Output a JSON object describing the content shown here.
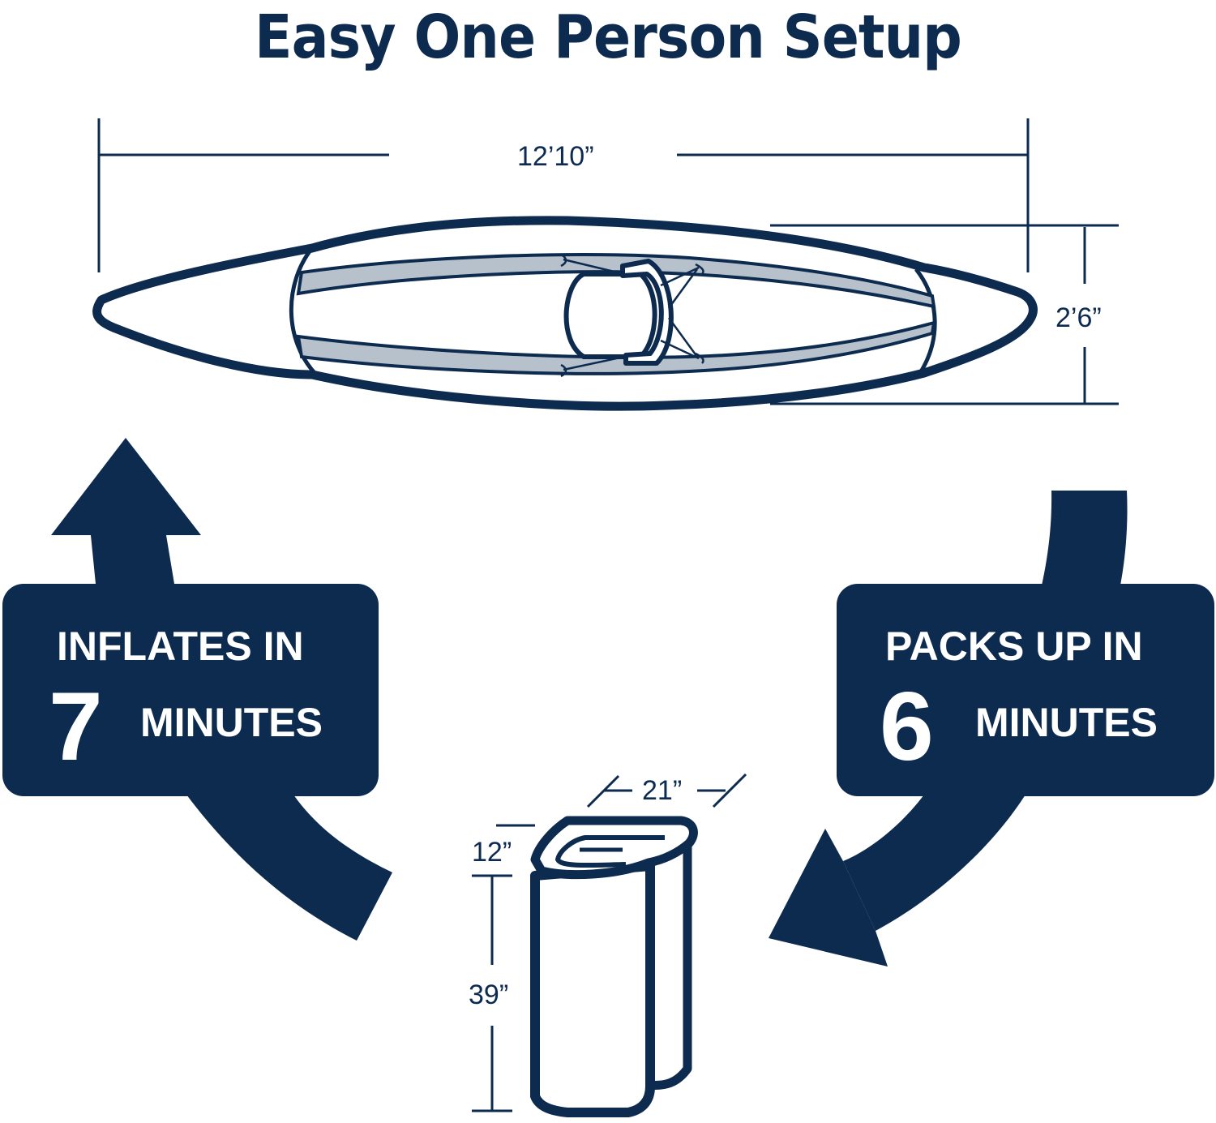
{
  "title": "Easy One Person Setup",
  "colors": {
    "navy": "#0d2a4f",
    "strap_gray": "#b7c1cc",
    "background": "#ffffff",
    "badge_text": "#ffffff"
  },
  "kayak": {
    "length_label": "12’10”",
    "width_label": "2’6”"
  },
  "inflate_badge": {
    "line1": "INFLATES IN",
    "number": "7",
    "unit": "MINUTES",
    "arrow_direction": "up"
  },
  "pack_badge": {
    "line1": "PACKS UP IN",
    "number": "6",
    "unit": "MINUTES",
    "arrow_direction": "down-left"
  },
  "packed_bag": {
    "width_label": "21”",
    "depth_label": "12”",
    "height_label": "39”"
  }
}
